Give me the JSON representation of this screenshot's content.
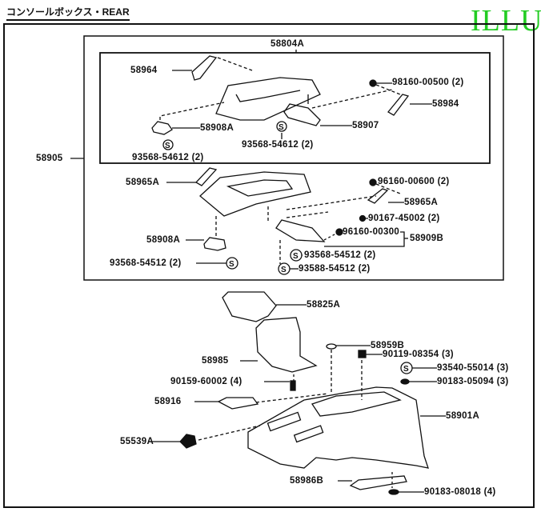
{
  "title": "コンソールボックス・REAR",
  "watermark": "ILLU",
  "parts": {
    "p58804A": "58804A",
    "p58964": "58964",
    "p98160_00500": "98160-00500 (2)",
    "p58984": "58984",
    "p58908A_top": "58908A",
    "p58907": "58907",
    "p93568_a": "93568-54612 (2)",
    "p93568_b": "93568-54612 (2)",
    "p58905": "58905",
    "p58965A_left": "58965A",
    "p96160_00600": "96160-00600 (2)",
    "p58965A_right": "58965A",
    "p90167_45002": "90167-45002 (2)",
    "p96160_00300": "96160-00300",
    "p58909B": "58909B",
    "p58908A_mid": "58908A",
    "p93568_c": "93568-54512 (2)",
    "p93568_d": "93568-54512 (2)",
    "p93588_e": "93588-54512 (2)",
    "p58825A": "58825A",
    "p58959B": "58959B",
    "p90119_08354": "90119-08354 (3)",
    "p58985": "58985",
    "p93540_55014": "93540-55014 (3)",
    "p90159_60002": "90159-60002 (4)",
    "p90183_05094": "90183-05094 (3)",
    "p58916": "58916",
    "p58901A": "58901A",
    "p55539A": "55539A",
    "p58986B": "58986B",
    "p90183_08018": "90183-08018 (4)"
  },
  "colors": {
    "line": "#111111",
    "watermark": "#22cc22"
  }
}
